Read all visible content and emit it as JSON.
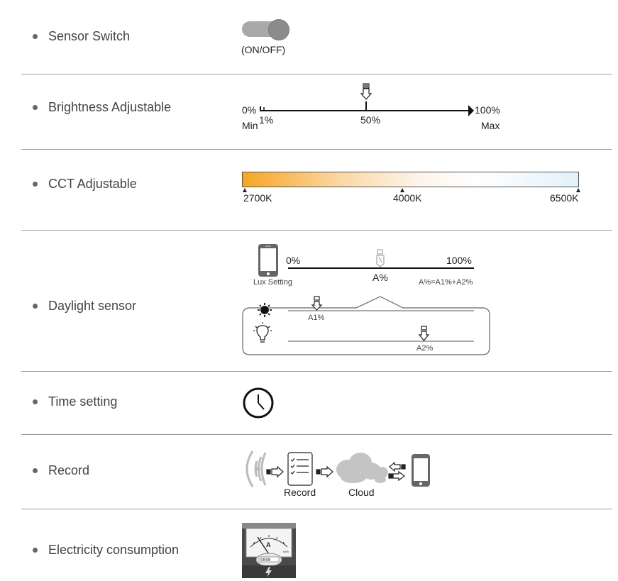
{
  "rows": [
    {
      "label": "Sensor Switch"
    },
    {
      "label": "Brightness Adjustable"
    },
    {
      "label": "CCT Adjustable"
    },
    {
      "label": "Daylight sensor"
    },
    {
      "label": "Time setting"
    },
    {
      "label": "Record"
    },
    {
      "label": "Electricity consumption"
    }
  ],
  "switch": {
    "caption": "(ON/OFF)"
  },
  "brightness": {
    "left_pct": "0%",
    "left_min": "Min",
    "one_pct": "1%",
    "mid_pct": "50%",
    "right_pct": "100%",
    "right_max": "Max"
  },
  "cct": {
    "low": "2700K",
    "mid": "4000K",
    "high": "6500K",
    "colors": {
      "warm": "#f6a623",
      "cool": "#e3f1fa"
    }
  },
  "daylight": {
    "phone_caption": "Lux Setting",
    "zero": "0%",
    "hundred": "100%",
    "a_pct": "A%",
    "formula": "A%=A1%+A2%",
    "a1": "A1%",
    "a2": "A2%"
  },
  "record": {
    "record_label": "Record",
    "cloud_label": "Cloud"
  },
  "meter": {
    "unit": "A",
    "scale_unit": "kWh",
    "counter": "0000"
  }
}
